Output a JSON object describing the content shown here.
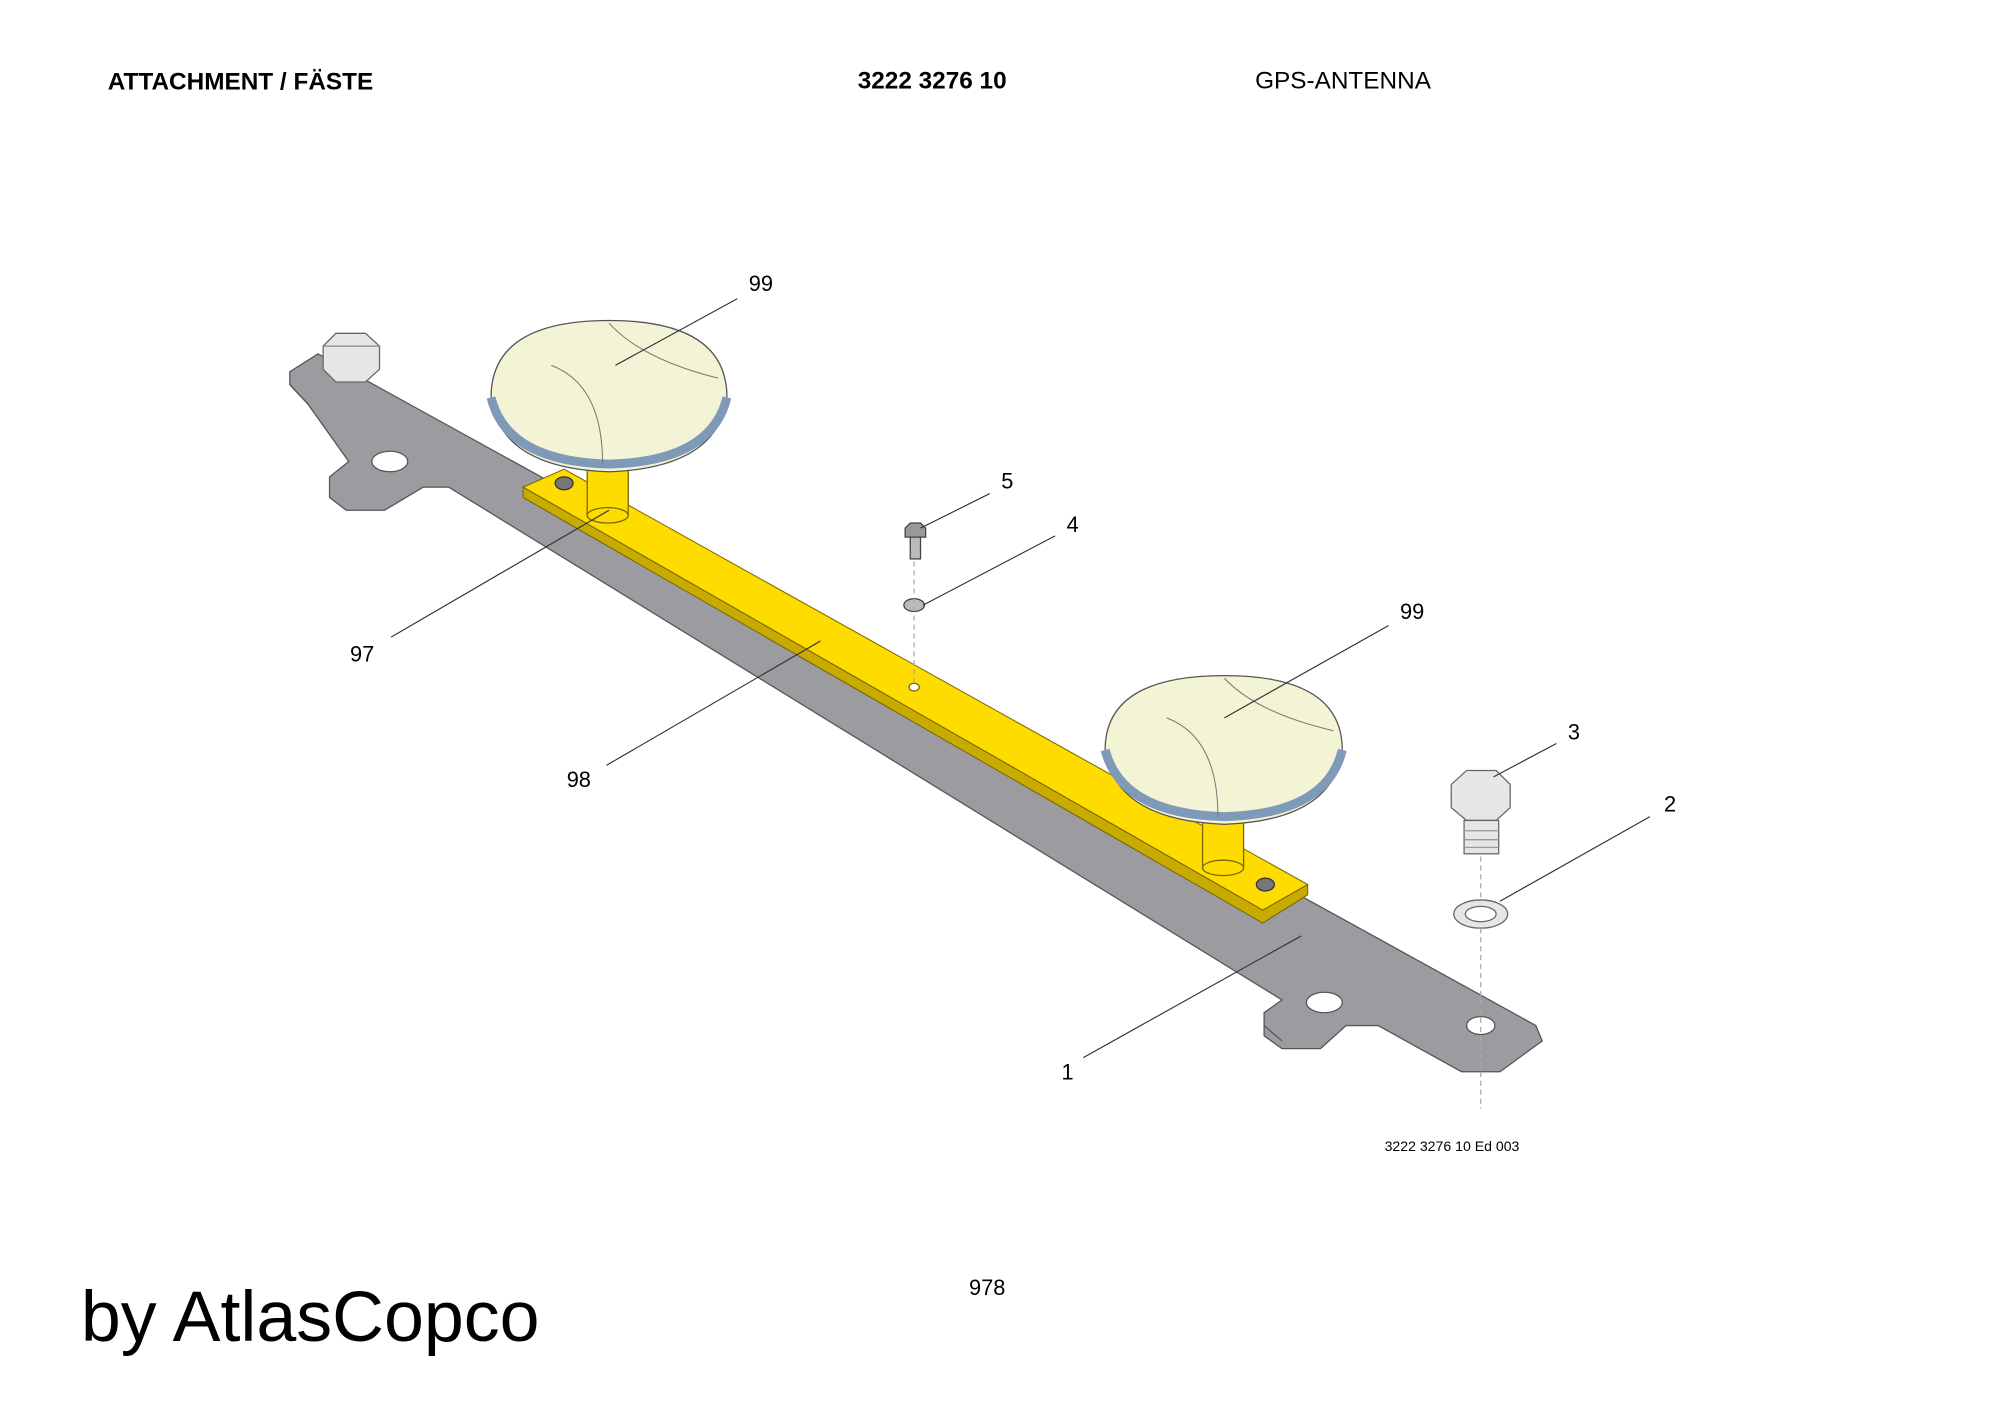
{
  "header": {
    "title": "ATTACHMENT / FÄSTE",
    "part_number": "3222 3276 10",
    "description": "GPS-ANTENNA"
  },
  "callouts": [
    "99",
    "5",
    "4",
    "99",
    "3",
    "2",
    "1",
    "98",
    "97"
  ],
  "drawing_code": "3222 3276 10 Ed 003",
  "page_number": "978",
  "watermark": "by AtlasCopco",
  "colors": {
    "plate": "#9c9ca0",
    "bracket": "#ffdc00",
    "dome": "#f3f4d6",
    "band": "#7f9ab8"
  }
}
